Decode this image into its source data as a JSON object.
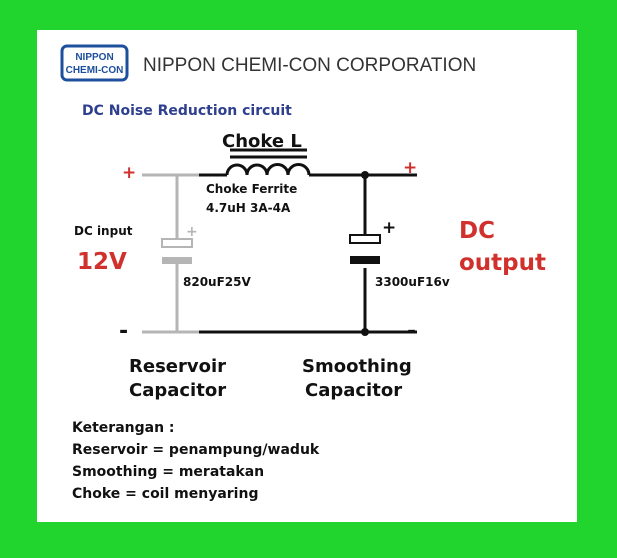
{
  "header": {
    "logo_line1": "NIPPON",
    "logo_line2": "CHEMI-CON",
    "company": "NIPPON CHEMI-CON CORPORATION"
  },
  "title": "DC Noise Reduction circuit",
  "choke": {
    "label": "Choke L",
    "type": "Choke Ferrite",
    "rating": "4.7uH 3A-4A"
  },
  "input": {
    "plus": "+",
    "minus": "-",
    "label": "DC input",
    "voltage": "12V"
  },
  "output": {
    "plus": "+",
    "minus": "-",
    "label_line1": "DC",
    "label_line2": "output"
  },
  "reservoir_cap": {
    "polarity": "+",
    "value": "820uF25V",
    "name_line1": "Reservoir",
    "name_line2": "Capacitor"
  },
  "smoothing_cap": {
    "polarity": "+",
    "value": "3300uF16v",
    "name_line1": "Smoothing",
    "name_line2": "Capacitor"
  },
  "notes": {
    "heading": "Keterangan :",
    "lines": [
      "Reservoir = penampung/waduk",
      "Smoothing = meratakan",
      "Choke = coil menyaring"
    ]
  },
  "colors": {
    "background": "#22d42e",
    "title": "#2e3f8f",
    "red": "#d0312d",
    "gray_wire": "#b5b5b5",
    "logo_blue": "#1d4f9c"
  }
}
